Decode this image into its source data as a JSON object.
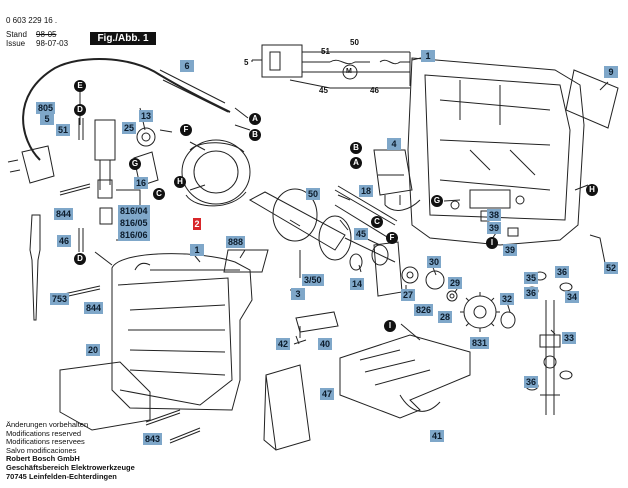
{
  "header": {
    "part_number": "0 603 229 16 .",
    "stand_label": "Stand",
    "stand_value": "98-05",
    "issue_label": "Issue",
    "issue_value": "98-07-03",
    "figure_label": "Fig./Abb. 1"
  },
  "wiring": {
    "labels": [
      "50",
      "51",
      "5",
      "M",
      "45",
      "46"
    ]
  },
  "callouts": [
    "805",
    "5",
    "51",
    "6",
    "E",
    "13",
    "25",
    "F",
    "A",
    "B",
    "16",
    "816/04",
    "816/05",
    "816/06",
    "2",
    "4",
    "B",
    "A",
    "18",
    "50",
    "C",
    "G",
    "45",
    "F",
    "3/50",
    "888",
    "1",
    "3",
    "14",
    "27",
    "30",
    "29",
    "826",
    "28",
    "32",
    "831",
    "33",
    "35",
    "36",
    "34",
    "36",
    "36",
    "38",
    "39",
    "39",
    "52",
    "9",
    "1",
    "H",
    "G",
    "H",
    "I",
    "40",
    "42",
    "20",
    "753",
    "844",
    "844",
    "843",
    "47",
    "41",
    "D",
    "D",
    "46",
    "C",
    "I"
  ],
  "footer": {
    "lines": [
      "Änderungen vorbehalten",
      "Modifications reserved",
      "Modifications reservees",
      "Salvo modificaciones"
    ],
    "company": [
      "Robert Bosch GmbH",
      "Geschäftsbereich Elektrowerkzeuge",
      "70745 Leinfelden-Echterdingen"
    ]
  },
  "colors": {
    "callout_bg": "#7fa7c9",
    "marker": "#111111",
    "red_box": "#d8262a"
  }
}
